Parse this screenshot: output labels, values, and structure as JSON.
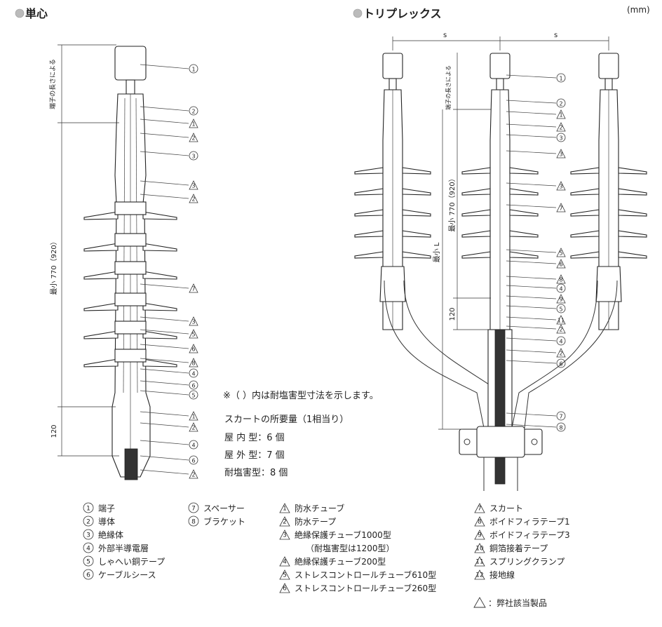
{
  "titles": {
    "single": "単心",
    "triplex": "トリプレックス",
    "unit": "(mm)"
  },
  "dims": {
    "terminal_len": "端子の長さによる",
    "main_len": "最小  770（920）",
    "main_len_l": "最小  L",
    "lower": "120",
    "spacing": "s"
  },
  "notes": {
    "parenthesis": "※（  ）内は耐塩害型寸法を示します。",
    "skirt_title": "スカートの所要量（1相当り）",
    "indoor": "屋 内 型：6 個",
    "outdoor": "屋 外 型：7 個",
    "salt": "耐塩害型：8 個"
  },
  "legend_circle": [
    {
      "n": "1",
      "label": "端子"
    },
    {
      "n": "2",
      "label": "導体"
    },
    {
      "n": "3",
      "label": "絶縁体"
    },
    {
      "n": "4",
      "label": "外部半導電層"
    },
    {
      "n": "5",
      "label": "しゃへい銅テープ"
    },
    {
      "n": "6",
      "label": "ケーブルシース"
    },
    {
      "n": "7",
      "label": "スペーサー"
    },
    {
      "n": "8",
      "label": "ブラケット"
    }
  ],
  "legend_tri": [
    {
      "n": "1",
      "label": "防水チューブ"
    },
    {
      "n": "2",
      "label": "防水テープ"
    },
    {
      "n": "3",
      "label": "絶縁保護チューブ1000型"
    },
    {
      "n": "",
      "label": "（耐塩害型は1200型）"
    },
    {
      "n": "4",
      "label": "絶縁保護チューブ200型"
    },
    {
      "n": "5",
      "label": "ストレスコントロールチューブ610型"
    },
    {
      "n": "6",
      "label": "ストレスコントロールチューブ260型"
    }
  ],
  "legend_tri2": [
    {
      "n": "7",
      "label": "スカート"
    },
    {
      "n": "8",
      "label": "ボイドフィラテープ1"
    },
    {
      "n": "9",
      "label": "ボイドフィラテープ3"
    },
    {
      "n": "10",
      "label": "銅箔接着テープ"
    },
    {
      "n": "11",
      "label": "スプリングクランプ"
    },
    {
      "n": "12",
      "label": "接地線"
    }
  ],
  "footnote": "：弊社該当製品",
  "callouts_single": [
    "1",
    "2",
    "1",
    "2",
    "3",
    "3",
    "2",
    "7",
    "3",
    "5",
    "6",
    "8",
    "4",
    "6",
    "5",
    "1",
    "2",
    "4",
    "6",
    "2"
  ],
  "callouts_triplex": [
    "1",
    "2",
    "1",
    "2",
    "3",
    "3",
    "3",
    "7",
    "5",
    "6",
    "8",
    "4",
    "9",
    "5",
    "11",
    "2",
    "4",
    "2",
    "6",
    "7",
    "8"
  ]
}
